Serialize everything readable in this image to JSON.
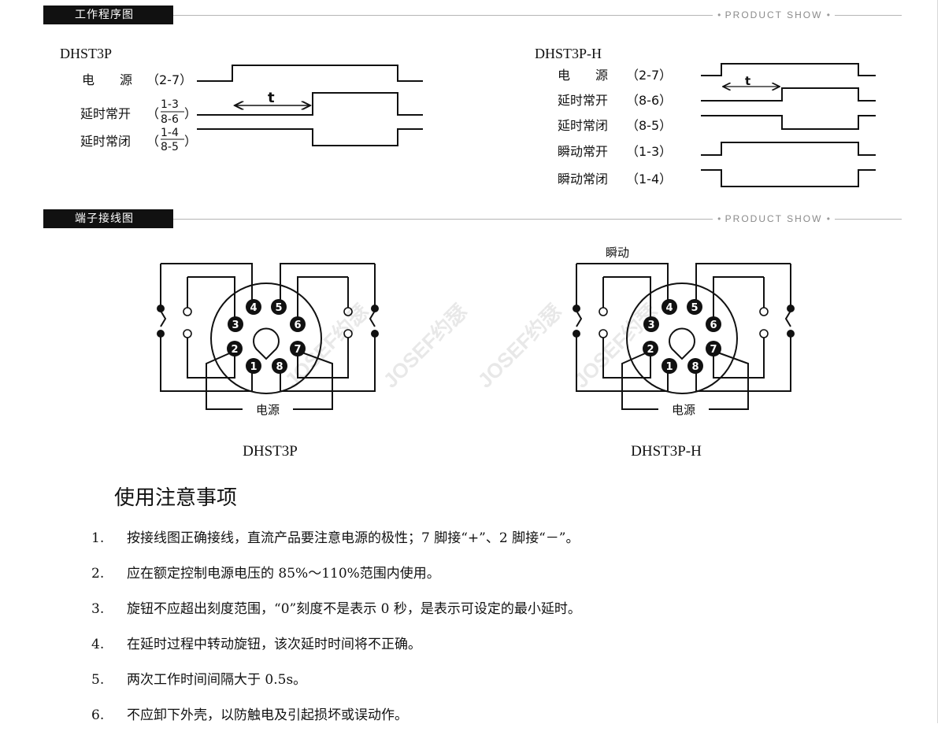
{
  "sections": {
    "timing": {
      "title": "工作程序图",
      "deco": "PRODUCT SHOW"
    },
    "wiring": {
      "title": "端子接线图",
      "deco": "PRODUCT SHOW"
    }
  },
  "timing_left": {
    "model": "DHST3P",
    "rows": [
      {
        "label": "电　　源",
        "pins": "（2-7）"
      },
      {
        "label": "延时常开",
        "pins_top": "1-3",
        "pins_bottom": "8-6"
      },
      {
        "label": "延时常闭",
        "pins_top": "1-4",
        "pins_bottom": "8-5"
      }
    ],
    "t_label": "t"
  },
  "timing_right": {
    "model": "DHST3P-H",
    "rows": [
      {
        "label": "电　　源",
        "pins": "（2-7）"
      },
      {
        "label": "延时常开",
        "pins": "（8-6）"
      },
      {
        "label": "延时常闭",
        "pins": "（8-5）"
      },
      {
        "label": "瞬动常开",
        "pins": "（1-3）"
      },
      {
        "label": "瞬动常闭",
        "pins": "（1-4）"
      }
    ],
    "t_label": "t"
  },
  "wiring": {
    "left": {
      "caption": "DHST3P",
      "power_label": "电源"
    },
    "right": {
      "caption": "DHST3P-H",
      "power_label": "电源",
      "instant_label": "瞬动"
    },
    "pins": [
      "1",
      "2",
      "3",
      "4",
      "5",
      "6",
      "7",
      "8"
    ]
  },
  "watermark": "JOSEF约瑟",
  "notes": {
    "title": "使用注意事项",
    "items": [
      {
        "num": "1.",
        "text": "按接线图正确接线，直流产品要注意电源的极性；7 脚接“+”、2 脚接“－”。"
      },
      {
        "num": "2.",
        "text": "应在额定控制电源电压的 85%～110%范围内使用。"
      },
      {
        "num": "3.",
        "text": "旋钮不应超出刻度范围，“0”刻度不是表示 0 秒，是表示可设定的最小延时。"
      },
      {
        "num": "4.",
        "text": "在延时过程中转动旋钮，该次延时时间将不正确。"
      },
      {
        "num": "5.",
        "text": "两次工作时间间隔大于 0.5s。"
      },
      {
        "num": "6.",
        "text": "不应卸下外壳，以防触电及引起损坏或误动作。"
      }
    ]
  }
}
